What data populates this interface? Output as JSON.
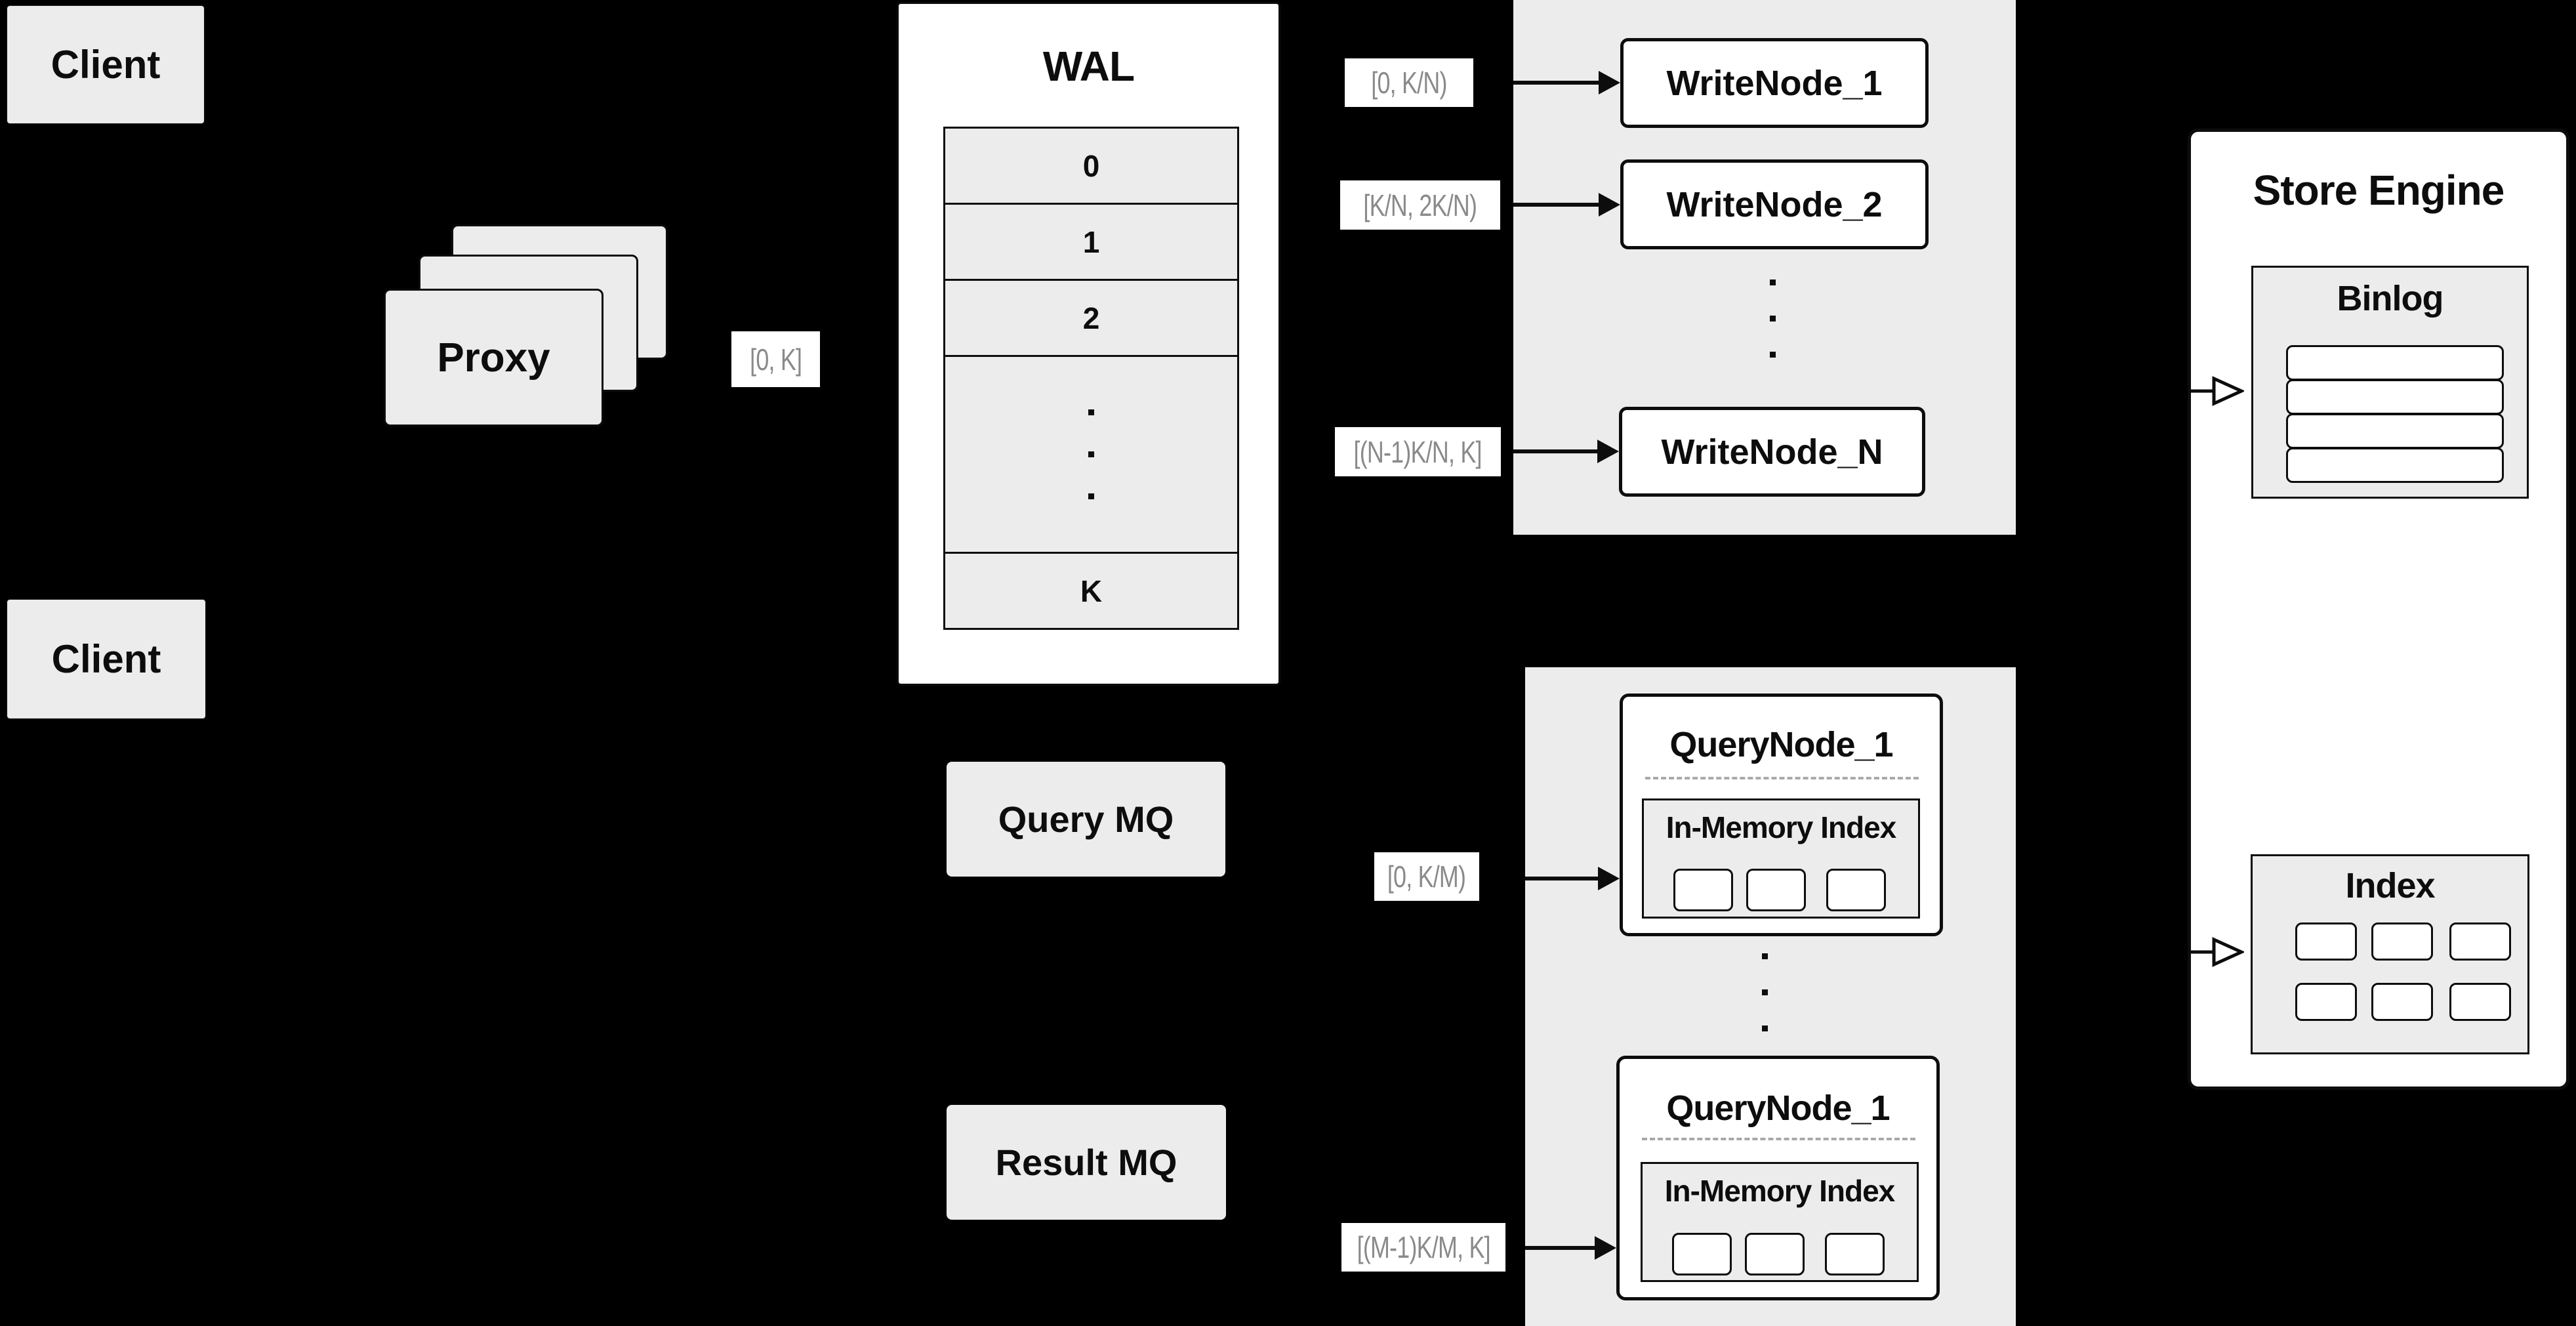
{
  "colors": {
    "background": "#000000",
    "box_gray": "#ececec",
    "node_white": "#ffffff",
    "line_black": "#0d0d0d",
    "range_label_gray": "#8a8a8a",
    "dash_gray": "#a9a9a9"
  },
  "clients": {
    "top": "Client",
    "bottom": "Client"
  },
  "proxy": {
    "label": "Proxy",
    "range": "[0, K]"
  },
  "wal": {
    "title": "WAL",
    "rows": [
      "0",
      "1",
      "2"
    ],
    "last_row": "K"
  },
  "write_section": {
    "nodes": [
      {
        "range": "[0, K/N)",
        "name": "WriteNode_1"
      },
      {
        "range": "[K/N, 2K/N)",
        "name": "WriteNode_2"
      },
      {
        "range": "[(N-1)K/N, K]",
        "name": "WriteNode_N"
      }
    ]
  },
  "mq": {
    "query": "Query MQ",
    "result": "Result MQ"
  },
  "query_section": {
    "nodes": [
      {
        "range": "[0, K/M)",
        "name": "QueryNode_1",
        "inner_title": "In-Memory Index"
      },
      {
        "range": "[(M-1)K/M, K]",
        "name": "QueryNode_1",
        "inner_title": "In-Memory Index"
      }
    ]
  },
  "store_engine": {
    "title": "Store Engine",
    "binlog_title": "Binlog",
    "index_title": "Index"
  }
}
